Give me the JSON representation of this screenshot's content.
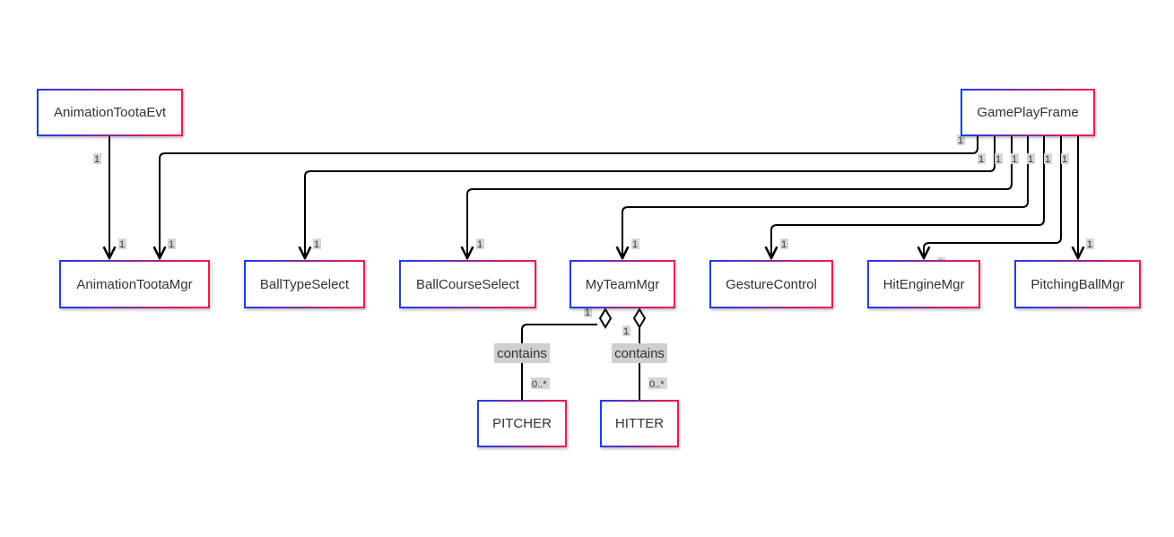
{
  "nodes": {
    "animation_toota_evt": "AnimationTootaEvt",
    "game_play_frame": "GamePlayFrame",
    "animation_toota_mgr": "AnimationTootaMgr",
    "ball_type_select": "BallTypeSelect",
    "ball_course_select": "BallCourseSelect",
    "my_team_mgr": "MyTeamMgr",
    "gesture_control": "GestureControl",
    "hit_engine_mgr": "HitEngineMgr",
    "pitching_ball_mgr": "PitchingBallMgr",
    "pitcher": "PITCHER",
    "hitter": "HITTER"
  },
  "edges": {
    "evt_to_mgr": {
      "source_mult": "1",
      "target_mult": "1"
    },
    "frame_to_animation_mgr": {
      "source_mult": "1",
      "target_mult": "1"
    },
    "frame_to_ball_type": {
      "source_mult": "1",
      "target_mult": "1"
    },
    "frame_to_ball_course": {
      "source_mult": "1",
      "target_mult": "1"
    },
    "frame_to_my_team": {
      "source_mult": "1",
      "target_mult": "1"
    },
    "frame_to_gesture": {
      "source_mult": "1",
      "target_mult": "1"
    },
    "frame_to_hit_engine": {
      "source_mult": "1",
      "target_mult": "1"
    },
    "frame_to_pitching": {
      "source_mult": "1",
      "target_mult": "1"
    },
    "team_contains_pitcher": {
      "label": "contains",
      "source_mult": "1",
      "target_mult": "0..*"
    },
    "team_contains_hitter": {
      "label": "contains",
      "source_mult": "1",
      "target_mult": "0..*"
    }
  },
  "colors": {
    "border_start": "#1d3cf0",
    "border_end": "#ff1447",
    "edge": "#000000"
  }
}
